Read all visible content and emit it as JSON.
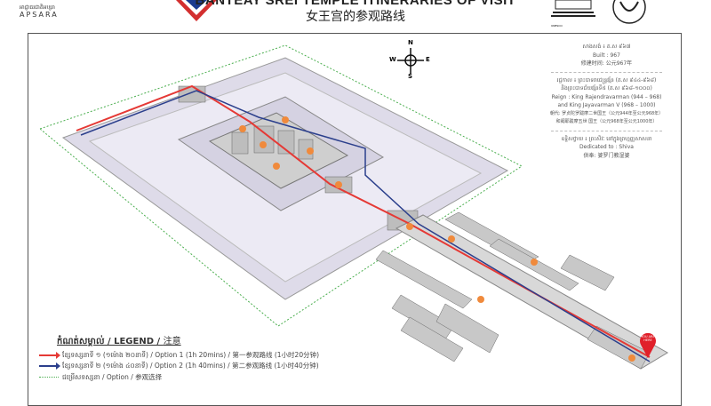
{
  "header": {
    "title": "BANTEAY SREI TEMPLE ITINERARIES OF VISIT",
    "subtitle": "女王宫的参观路线",
    "apsara_khmer": "អាជ្ញាធរជាតិអប្សរា",
    "apsara_label": "APSARA",
    "unesco_label": "UNESCO"
  },
  "compass": {
    "n": "N",
    "s": "S",
    "e": "E",
    "w": "W"
  },
  "info": {
    "built_km": "សាងសង់ ៖ គ.ស ៩៦៧",
    "built_en": "Built : 967",
    "built_zh": "修建时间: 公元967年",
    "reign_km1": "រជ្ជកាល ៖ ព្រះបាទរាជេន្ទ្រវរ្ម័ន (គ.ស ៩៤៤-៩៦៨)",
    "reign_km2": "និងព្រះបាទជ័យវរ្ម័នទី៥ (គ.ស ៩៦៨-១០០០)",
    "reign_en1": "Reign : King Rajendravarman (944 – 968)",
    "reign_en2": "and King Jayavarman V (968 – 1000)",
    "reign_zh1": "朝代: 罗贞陀罗跋摩二世国王（公元944年至公元968年）",
    "reign_zh2": "和阇耶跋摩五世 国王（公元968年至公元1000年）",
    "dedicated_km": "ឧទ្ទិសថ្វាយ ៖ ព្រះសិវៈ នៅក្នុងព្រហ្មញ្ញសាសនា",
    "dedicated_en": "Dedicated to : Shiva",
    "dedicated_zh": "供奉: 婆罗门教湿婆"
  },
  "marker": {
    "label": "YOU ARE HERE",
    "color": "#e0202a"
  },
  "legend": {
    "heading_km": "កំណត់សម្គាល់",
    "heading_en": " / LEGEND / ",
    "heading_zh": "注意",
    "items": [
      {
        "km": "ខ្សែទស្សនាទី ១ (១ម៉ោង ២០នាទី)",
        "text": " / Option 1 (1h 20mins) / 第一参观路线 (1小时20分钟)",
        "color": "#e53935"
      },
      {
        "km": "ខ្សែទស្សនាទី ២ (១ម៉ោង ៤០នាទី)",
        "text": " / Option 2 (1h 40mins) / 第二参观路线 (1小时40分钟)",
        "color": "#2b3f8c"
      },
      {
        "km": "ជម្រើសទស្សនា",
        "text": " / Option / 参观选择",
        "color": "#4caf50"
      }
    ]
  },
  "colors": {
    "route1": "#e53935",
    "route2": "#2b3f8c",
    "option": "#4caf50",
    "poi": "#f08a3c",
    "enclosure": "#e6e3f0"
  }
}
